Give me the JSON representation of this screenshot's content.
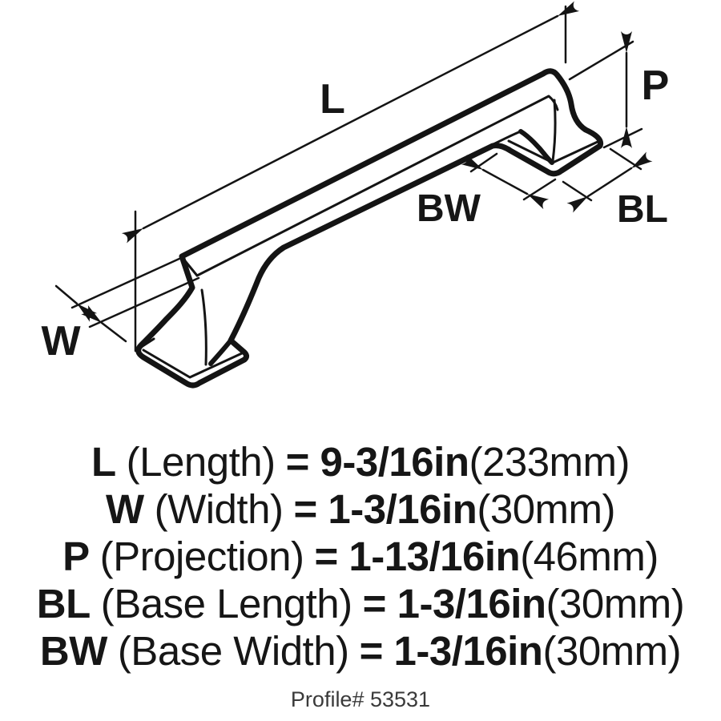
{
  "diagram": {
    "labels": {
      "length": "L",
      "width": "W",
      "projection": "P",
      "base_width": "BW",
      "base_length": "BL"
    },
    "stroke_color": "#141414",
    "background_color": "#ffffff"
  },
  "specs": [
    {
      "abbr": "L",
      "name": "(Length)",
      "value_in": "= 9-3/16in",
      "value_mm": "(233mm)"
    },
    {
      "abbr": "W",
      "name": "(Width)",
      "value_in": "= 1-3/16in",
      "value_mm": "(30mm)"
    },
    {
      "abbr": "P",
      "name": "(Projection)",
      "value_in": "= 1-13/16in",
      "value_mm": "(46mm)"
    },
    {
      "abbr": "BL",
      "name": "(Base Length)",
      "value_in": "= 1-3/16in",
      "value_mm": "(30mm)"
    },
    {
      "abbr": "BW",
      "name": "(Base Width)",
      "value_in": "= 1-3/16in",
      "value_mm": "(30mm)"
    }
  ],
  "footer": {
    "profile": "Profile# 53531"
  }
}
